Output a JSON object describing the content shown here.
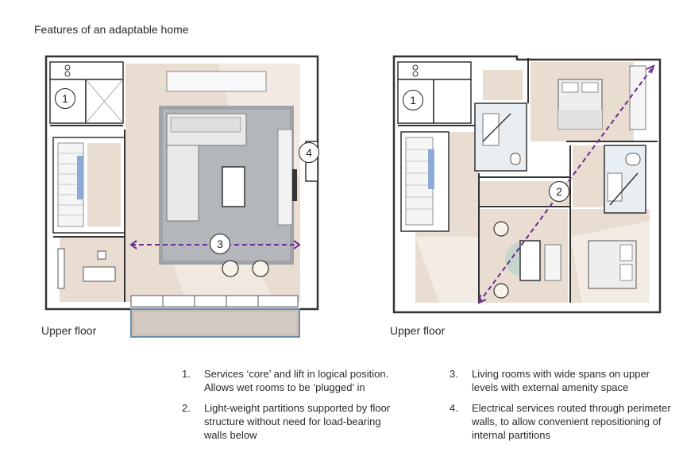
{
  "title": "Features of an adaptable home",
  "plans": [
    {
      "label": "Upper floor",
      "markers": [
        "1",
        "3",
        "4"
      ]
    },
    {
      "label": "Upper floor",
      "markers": [
        "1",
        "2"
      ]
    }
  ],
  "notes": [
    {
      "num": "1.",
      "text": "Services ‘core’ and lift in logical position.  Allows wet rooms to be ‘plugged’ in"
    },
    {
      "num": "2.",
      "text": "Light-weight partitions supported by floor structure without need for load-bearing walls below"
    },
    {
      "num": "3.",
      "text": "Living rooms with wide spans on upper levels with external amenity space"
    },
    {
      "num": "4.",
      "text": "Electrical services routed through perimeter walls, to allow convenient repositioning of internal partitions"
    }
  ],
  "colors": {
    "wall": "#333333",
    "floor": "#e6dbcf",
    "rug": "#9aa0a6",
    "dimension_line": "#6b2c91",
    "balcony": "#c9c0b6",
    "tile": "#e9eef2"
  }
}
